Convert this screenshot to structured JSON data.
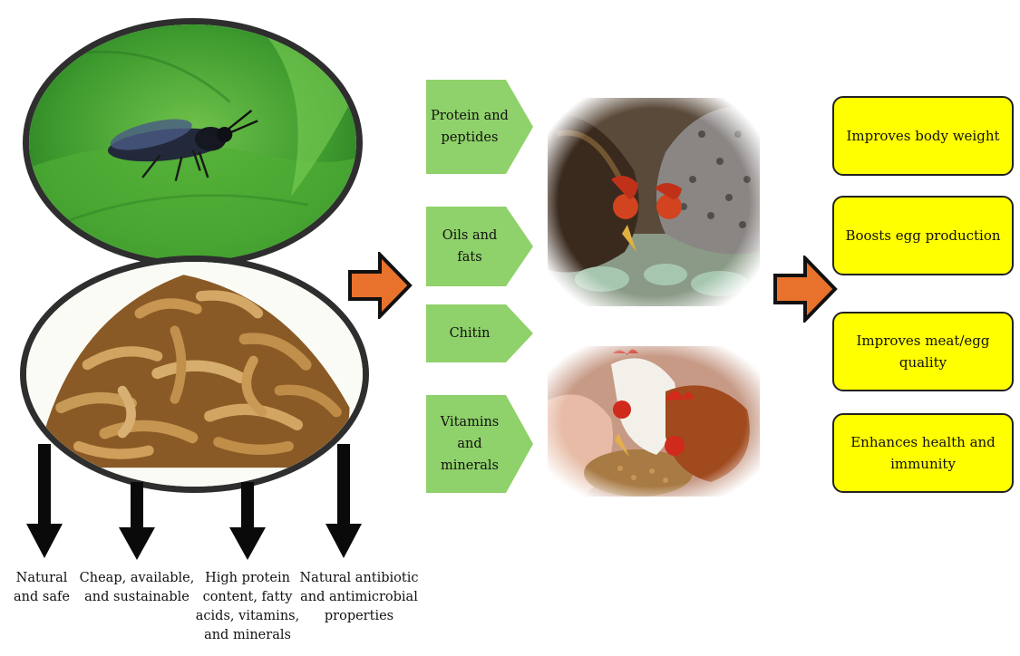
{
  "components": [
    {
      "label": "Protein and peptides"
    },
    {
      "label": "Oils and fats"
    },
    {
      "label": "Chitin"
    },
    {
      "label": "Vitamins and minerals"
    }
  ],
  "benefits": [
    {
      "label": "Natural\nand safe"
    },
    {
      "label": "Cheap, available,\nand sustainable"
    },
    {
      "label": "High protein\ncontent, fatty\nacids, vitamins,\nand minerals"
    },
    {
      "label": "Natural antibiotic\nand antimicrobial\nproperties"
    }
  ],
  "outcomes": [
    {
      "label": "Improves body weight"
    },
    {
      "label": "Boosts egg production"
    },
    {
      "label": "Improves meat/egg quality"
    },
    {
      "label": "Enhances health and immunity"
    }
  ],
  "colors": {
    "component_fill": "#8fd16a",
    "outcome_fill": "#ffff00",
    "arrow_fill": "#e8722c",
    "down_arrow": "#0a0a0a"
  },
  "images": {
    "fly": "black soldier fly on green leaf",
    "larvae": "pile of dried insect larvae",
    "hens_top": "two hens pecking at feed",
    "hens_bottom": "chickens eating grain from hands"
  }
}
